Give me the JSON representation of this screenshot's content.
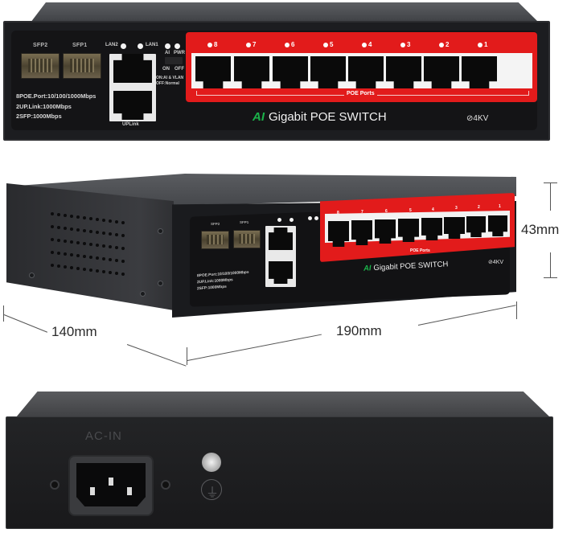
{
  "product": {
    "name": "AI Gigabit POE SWITCH",
    "brand_prefix": "AI",
    "brand_rest": "Gigabit POE SWITCH",
    "surge_rating": "⊘4KV",
    "accent_color": "#e21b1b",
    "ai_color": "#1bb24a"
  },
  "front_panel": {
    "sfp_ports": [
      {
        "label": "SFP2"
      },
      {
        "label": "SFP1"
      }
    ],
    "lan_leds": [
      {
        "label": "LAN2"
      },
      {
        "label": "LAN1"
      }
    ],
    "uplink_label": "UPLink",
    "status_leds": [
      {
        "label": "AI"
      },
      {
        "label": "PWR"
      }
    ],
    "dip_switch": {
      "on_label": "ON",
      "off_label": "OFF",
      "legend_on": "ON:AI & VLAN",
      "legend_off": "OFF:Normal"
    },
    "specs": [
      "8POE.Port:10/100/1000Mbps",
      "2UP.Link:1000Mbps",
      "2SFP:1000Mbps"
    ],
    "poe_ports_label": "POE Ports",
    "poe_ports": [
      "8",
      "7",
      "6",
      "5",
      "4",
      "3",
      "2",
      "1"
    ]
  },
  "dimensions": {
    "depth": "140mm",
    "width": "190mm",
    "height": "43mm"
  },
  "rear_panel": {
    "ac_label": "AC-IN",
    "ground_symbol": "⏚"
  }
}
